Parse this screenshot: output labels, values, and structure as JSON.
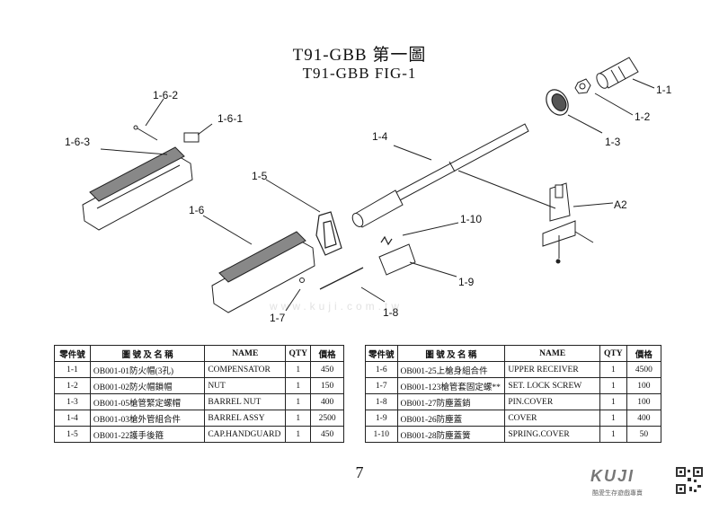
{
  "header": {
    "title_line1": "T91-GBB 第一圖",
    "title_line2": "T91-GBB FIG-1"
  },
  "callouts": {
    "c_1_1": "1-1",
    "c_1_2": "1-2",
    "c_1_3": "1-3",
    "c_1_4": "1-4",
    "c_1_5": "1-5",
    "c_1_6": "1-6",
    "c_1_6_1": "1-6-1",
    "c_1_6_2": "1-6-2",
    "c_1_6_3": "1-6-3",
    "c_1_7": "1-7",
    "c_1_8": "1-8",
    "c_1_9": "1-9",
    "c_1_10": "1-10",
    "c_a2": "A2"
  },
  "watermark": "www.kuji.com.tw",
  "table": {
    "headers": [
      "零件號",
      "圖 號 及 名 稱",
      "NAME",
      "QTY",
      "價格"
    ],
    "left_rows": [
      {
        "part": "1-1",
        "code": "OB001-01防火帽(3孔)",
        "name": "COMPENSATOR",
        "qty": "1",
        "price": "450"
      },
      {
        "part": "1-2",
        "code": "OB001-02防火帽鎖帽",
        "name": "NUT",
        "qty": "1",
        "price": "150"
      },
      {
        "part": "1-3",
        "code": "OB001-05槍管緊定螺帽",
        "name": "BARREL NUT",
        "qty": "1",
        "price": "400"
      },
      {
        "part": "1-4",
        "code": "OB001-03槍外管組合件",
        "name": "BARREL ASSY",
        "qty": "1",
        "price": "2500"
      },
      {
        "part": "1-5",
        "code": "OB001-22護手後箍",
        "name": "CAP.HANDGUARD",
        "qty": "1",
        "price": "450"
      }
    ],
    "right_rows": [
      {
        "part": "1-6",
        "code": "OB001-25上槍身組合件",
        "name": "UPPER RECEIVER",
        "qty": "1",
        "price": "4500"
      },
      {
        "part": "1-7",
        "code": "OB001-123槍管套固定螺**",
        "name": "SET. LOCK SCREW",
        "qty": "1",
        "price": "100"
      },
      {
        "part": "1-8",
        "code": "OB001-27防塵蓋銷",
        "name": "PIN.COVER",
        "qty": "1",
        "price": "100"
      },
      {
        "part": "1-9",
        "code": "OB001-26防塵蓋",
        "name": "COVER",
        "qty": "1",
        "price": "400"
      },
      {
        "part": "1-10",
        "code": "OB001-28防塵蓋簧",
        "name": "SPRING.COVER",
        "qty": "1",
        "price": "50"
      }
    ]
  },
  "page_number": "7",
  "brand": {
    "logo_text": "KUJI",
    "slogan": "酷愛生存遊戲專賣"
  }
}
